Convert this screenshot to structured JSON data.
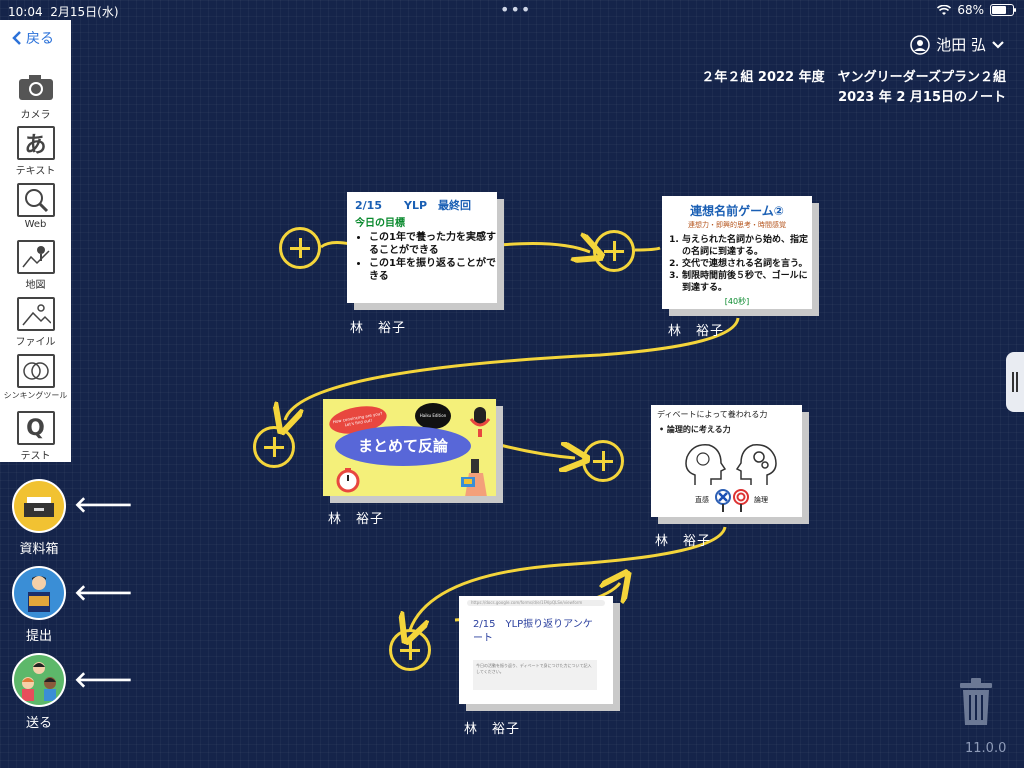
{
  "status": {
    "time": "10:04",
    "date": "2月15日(水)",
    "battery": "68%",
    "battery_level": 0.68
  },
  "toolbar": {
    "back": "戻る",
    "tools": [
      {
        "label": "カメラ",
        "icon": "camera-icon"
      },
      {
        "label": "テキスト",
        "icon": "text-icon",
        "glyph": "あ"
      },
      {
        "label": "Web",
        "icon": "web-search-icon"
      },
      {
        "label": "地図",
        "icon": "map-icon"
      },
      {
        "label": "ファイル",
        "icon": "file-image-icon"
      },
      {
        "label": "シンキングツール",
        "icon": "thinking-tool-icon"
      },
      {
        "label": "テスト",
        "icon": "test-icon",
        "glyph": "Q"
      }
    ]
  },
  "side": {
    "box": "資料箱",
    "submit": "提出",
    "send": "送る"
  },
  "user": {
    "name": "池田 弘"
  },
  "header": {
    "line1": "２年２組 2022 年度　ヤングリーダーズプラン２組",
    "line2": "2023 年 2 月15日のノート"
  },
  "cards": {
    "c1": {
      "title": "2/15　　YLP　最終回",
      "subtitle": "今日の目標",
      "items": [
        "この1年で養った力を実感することができる",
        "この1年を振り返ることができる"
      ],
      "author": "林　裕子"
    },
    "c2": {
      "title": "連想名前ゲーム②",
      "subtitle": "連想力・即興的思考・時間感覚",
      "items": [
        "与えられた名詞から始め、指定の名詞に到達する。",
        "交代で連想される名詞を言う。",
        "制限時間前後５秒で、ゴールに到達する。"
      ],
      "note": "[40秒]",
      "author": "林　裕子"
    },
    "c3": {
      "title": "まとめて反論",
      "bubble": "How convincing are you? Let's find out!",
      "badge": "Haiku Edition",
      "author": "林　裕子"
    },
    "c4": {
      "title": "ディベートによって養われる力",
      "bullet": "論理的に考える力",
      "left": "直感",
      "right": "論理",
      "author": "林　裕子"
    },
    "c5": {
      "url": "https://docs.google.com/forms/d/e/1FAIpQLSe/viewform",
      "title": "2/15　YLP振り返りアンケート",
      "desc": "今日の活動を振り返り、ディベートで身につけた力について記入してください。",
      "author": "林　裕子"
    }
  },
  "version": "11.0.0",
  "colors": {
    "background": "#15244a",
    "accent_yellow": "#f4d53b",
    "back_blue": "#2c72d9"
  }
}
